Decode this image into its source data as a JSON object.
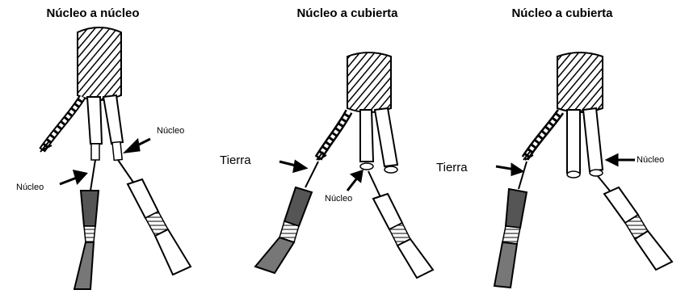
{
  "panels": [
    {
      "title": "Núcleo a núcleo",
      "labels": [
        "Núcleo",
        "Núcleo"
      ]
    },
    {
      "title": "Núcleo a cubierta",
      "labels": [
        "Tierra",
        "Núcleo"
      ]
    },
    {
      "title": "Núcleo a cubierta",
      "labels": [
        "Tierra",
        "Núcleo"
      ]
    }
  ],
  "colors": {
    "dark_probe": "#555555",
    "light_probe": "#ffffff",
    "outline": "#000000"
  }
}
